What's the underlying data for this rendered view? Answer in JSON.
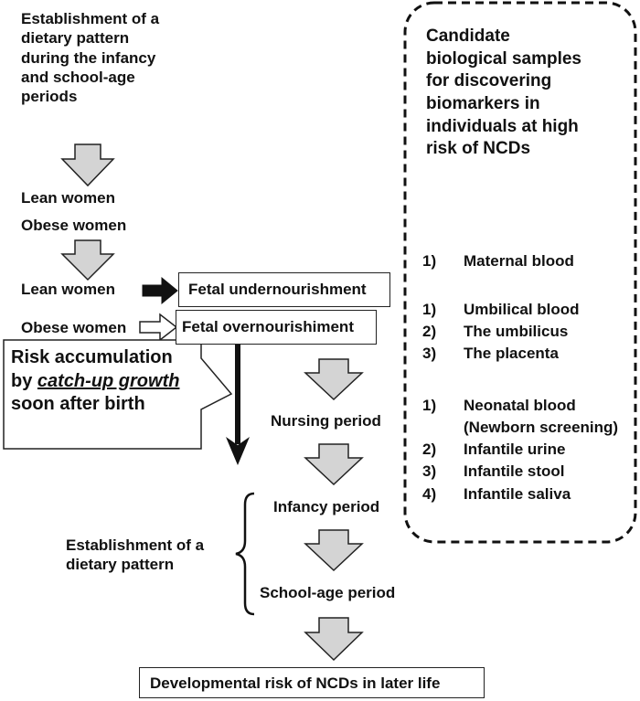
{
  "left": {
    "intro": "Establishment of a\ndietary pattern\nduring the infancy\nand school-age\nperiods",
    "lean_women_1": "Lean women",
    "obese_women_1": "Obese women",
    "lean_women_2": "Lean women",
    "obese_women_2": "Obese women",
    "fetal_under": "Fetal undernourishment",
    "fetal_over": "Fetal overnourishiment",
    "risk_line1": "Risk accumulation",
    "risk_by": "by ",
    "risk_catchup": "catch-up growth",
    "risk_line3": "soon after birth",
    "nursing": "Nursing period",
    "infancy": "Infancy period",
    "school": "School-age period",
    "dietary_pattern": "Establishment of a\ndietary pattern",
    "bottom": "Developmental risk of NCDs in later life"
  },
  "right": {
    "title": "Candidate\nbiological samples\nfor discovering\nbiomarkers in\nindividuals at high\nrisk of NCDs",
    "group1": [
      {
        "num": "1)",
        "text": "Maternal blood"
      }
    ],
    "group2": [
      {
        "num": "1)",
        "text": "Umbilical blood"
      },
      {
        "num": "2)",
        "text": "The umbilicus"
      },
      {
        "num": "3)",
        "text": "The placenta"
      }
    ],
    "group3": [
      {
        "num": "1)",
        "text": "Neonatal blood"
      },
      {
        "num": "",
        "text": "(Newborn screening)"
      },
      {
        "num": "2)",
        "text": "Infantile urine"
      },
      {
        "num": "3)",
        "text": "Infantile stool"
      },
      {
        "num": "4)",
        "text": "Infantile saliva"
      }
    ]
  },
  "colors": {
    "arrow_fill": "#d4d4d4",
    "stroke": "#222222"
  }
}
